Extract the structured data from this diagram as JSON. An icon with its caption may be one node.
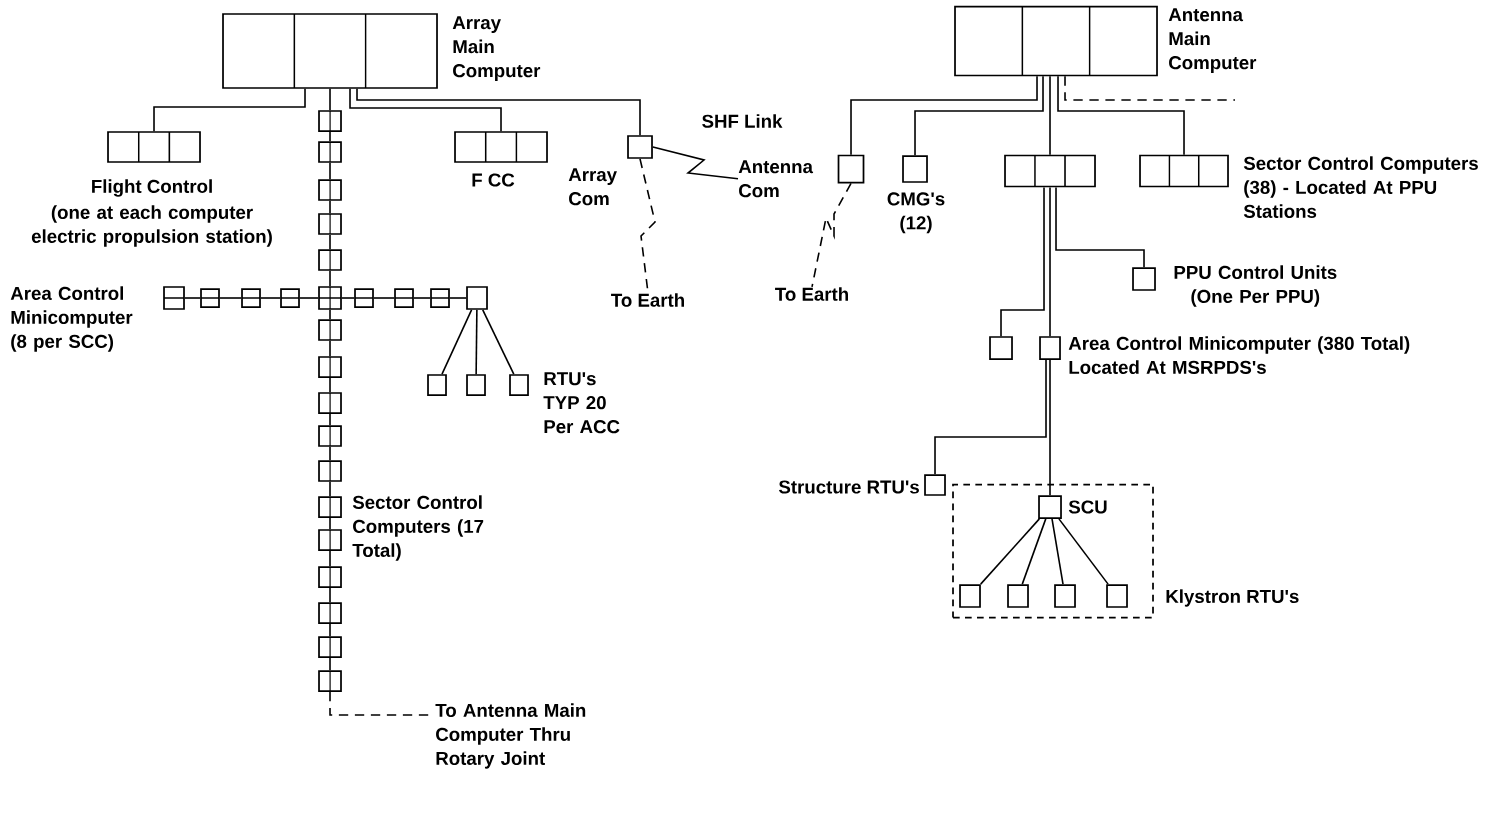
{
  "diagram": {
    "nodes": [
      {
        "text": [
          "Array Main Computer"
        ]
      },
      {
        "text": [
          "Flight Control",
          "(one at each computer electric propulsion station)"
        ]
      },
      {
        "text": [
          "F CC"
        ]
      },
      {
        "text": [
          "Array Com"
        ]
      },
      {
        "text": [
          "Antenna Main Computer"
        ]
      },
      {
        "text": [
          "Antenna Com"
        ]
      },
      {
        "text": [
          "CMG's (12)"
        ]
      },
      {
        "text": [],
        "shape": "box"
      },
      {
        "text": [
          "Sector Control Computers (38) - Located At PPU Stations"
        ]
      },
      {
        "text": [
          "To Earth"
        ]
      },
      {
        "text": [
          "To Earth"
        ]
      },
      {
        "text": [
          "PPU Control Units (One Per PPU)"
        ]
      },
      {
        "text": [],
        "shape": "box"
      },
      {
        "text": [
          "Area Control Minicomputer (380 Total) Located At MSRPDS's"
        ]
      },
      {
        "text": [
          "Structure RTU's"
        ]
      },
      {
        "text": [
          "Klystron RTU's"
        ]
      },
      {
        "text": [
          "SCU"
        ],
        "in": 15
      },
      {
        "text": [],
        "shape": "box",
        "in": 15
      },
      {
        "text": [],
        "shape": "box",
        "in": 15
      },
      {
        "text": [],
        "shape": "box",
        "in": 15
      },
      {
        "text": [],
        "shape": "box",
        "in": 15
      },
      {
        "text": [],
        "shape": "box"
      },
      {
        "text": [],
        "shape": "box"
      },
      {
        "text": [],
        "shape": "box"
      },
      {
        "text": [],
        "shape": "box"
      },
      {
        "text": [],
        "shape": "box"
      },
      {
        "text": [],
        "shape": "box"
      },
      {
        "text": [],
        "shape": "box"
      },
      {
        "text": [],
        "shape": "box"
      },
      {
        "text": [],
        "shape": "box"
      },
      {
        "text": [],
        "shape": "box"
      },
      {
        "text": [],
        "shape": "box"
      },
      {
        "text": [],
        "shape": "box"
      },
      {
        "text": [],
        "shape": "box"
      },
      {
        "text": [],
        "shape": "box"
      },
      {
        "text": [],
        "shape": "box"
      },
      {
        "text": [],
        "shape": "box"
      },
      {
        "text": [],
        "shape": "box"
      },
      {
        "text": [],
        "shape": "box"
      },
      {
        "text": [],
        "shape": "box"
      },
      {
        "text": [],
        "shape": "box"
      },
      {
        "text": [],
        "shape": "box"
      },
      {
        "text": [],
        "shape": "box"
      },
      {
        "text": [],
        "shape": "box"
      },
      {
        "text": [],
        "shape": "box"
      },
      {
        "text": [],
        "shape": "box"
      },
      {
        "text": [],
        "shape": "box"
      },
      {
        "text": [],
        "shape": "box"
      },
      {
        "text": [],
        "shape": "box"
      },
      {
        "text": [
          "To Antenna Main Computer Thru Rotary Joint"
        ]
      }
    ],
    "edges": [
      {
        "from": 0,
        "to": 21,
        "arrow": "none"
      },
      {
        "from": 0,
        "to": 1,
        "arrow": "none"
      },
      {
        "from": 0,
        "to": 2,
        "arrow": "none"
      },
      {
        "from": 0,
        "to": 3,
        "arrow": "none"
      },
      {
        "from": 3,
        "to": 5,
        "arrow": "none",
        "label": "SHF Link"
      },
      {
        "from": 3,
        "to": 9,
        "arrow": "none",
        "style": "dashed"
      },
      {
        "from": 5,
        "to": 10,
        "arrow": "none",
        "style": "dashed"
      },
      {
        "from": 4,
        "to": 5,
        "arrow": "none"
      },
      {
        "from": 4,
        "to": 6,
        "arrow": "none"
      },
      {
        "from": 4,
        "to": 7,
        "arrow": "none"
      },
      {
        "from": 4,
        "to": 8,
        "arrow": "none"
      },
      {
        "from": 4,
        "to": null,
        "arrow": "none",
        "style": "dashed"
      },
      {
        "from": 7,
        "to": 11,
        "arrow": "none"
      },
      {
        "from": 7,
        "to": 12,
        "arrow": "none"
      },
      {
        "from": 7,
        "to": 13,
        "arrow": "none"
      },
      {
        "from": 13,
        "to": 14,
        "arrow": "none"
      },
      {
        "from": 13,
        "to": 16,
        "arrow": "none"
      },
      {
        "from": 16,
        "to": 17,
        "arrow": "none"
      },
      {
        "from": 16,
        "to": 18,
        "arrow": "none"
      },
      {
        "from": 16,
        "to": 19,
        "arrow": "none"
      },
      {
        "from": 16,
        "to": 20,
        "arrow": "none"
      },
      {
        "from": 21,
        "to": 22,
        "arrow": "none"
      },
      {
        "from": 22,
        "to": 23,
        "arrow": "none"
      },
      {
        "from": 23,
        "to": 24,
        "arrow": "none"
      },
      {
        "from": 24,
        "to": 25,
        "arrow": "none"
      },
      {
        "from": 25,
        "to": 26,
        "arrow": "none"
      },
      {
        "from": 26,
        "to": 27,
        "arrow": "none"
      },
      {
        "from": 27,
        "to": 28,
        "arrow": "none"
      },
      {
        "from": 28,
        "to": 29,
        "arrow": "none"
      },
      {
        "from": 29,
        "to": 30,
        "arrow": "none"
      },
      {
        "from": 30,
        "to": 31,
        "arrow": "none"
      },
      {
        "from": 31,
        "to": 32,
        "arrow": "none"
      },
      {
        "from": 32,
        "to": 33,
        "arrow": "none"
      },
      {
        "from": 33,
        "to": 34,
        "arrow": "none"
      },
      {
        "from": 34,
        "to": 35,
        "arrow": "none"
      },
      {
        "from": 35,
        "to": 36,
        "arrow": "none"
      },
      {
        "from": 36,
        "to": 37,
        "arrow": "none"
      },
      {
        "from": 37,
        "to": 49,
        "arrow": "none",
        "style": "dashed"
      },
      {
        "from": 38,
        "to": 39,
        "arrow": "none"
      },
      {
        "from": 39,
        "to": 40,
        "arrow": "none"
      },
      {
        "from": 40,
        "to": 41,
        "arrow": "none"
      },
      {
        "from": 41,
        "to": 26,
        "arrow": "none"
      },
      {
        "from": 26,
        "to": 42,
        "arrow": "none"
      },
      {
        "from": 42,
        "to": 43,
        "arrow": "none"
      },
      {
        "from": 43,
        "to": 44,
        "arrow": "none"
      },
      {
        "from": 44,
        "to": 45,
        "arrow": "none"
      },
      {
        "from": 45,
        "to": 46,
        "arrow": "none"
      },
      {
        "from": 45,
        "to": 47,
        "arrow": "none"
      },
      {
        "from": 45,
        "to": 48,
        "arrow": "none"
      }
    ],
    "labels": [
      "Area Control Minicomputer (8 per SCC)",
      "RTU's TYP 20 Per ACC",
      "Sector Control Computers (17 Total)"
    ]
  }
}
